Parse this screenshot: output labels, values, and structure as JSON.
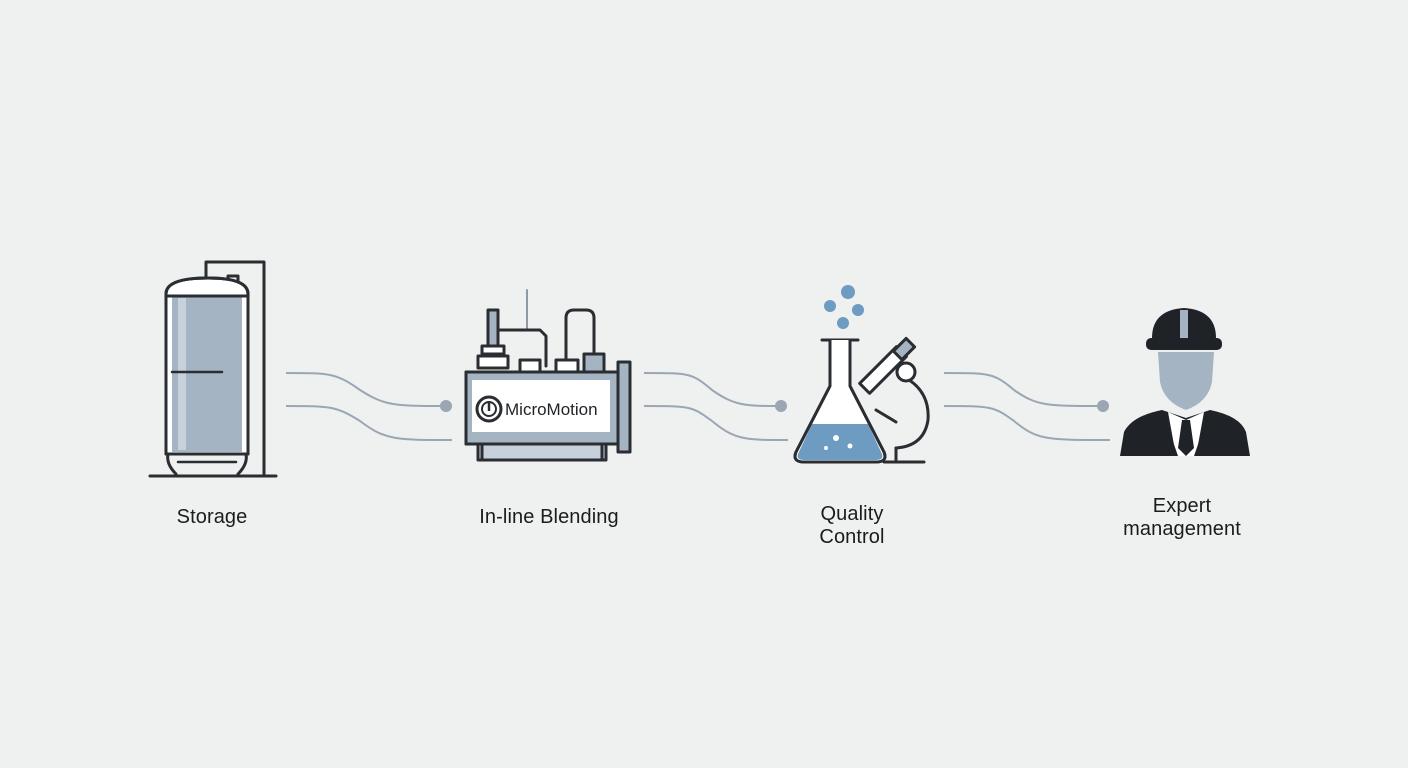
{
  "stages": [
    {
      "id": "storage",
      "label": "Storage"
    },
    {
      "id": "blending",
      "label": "In-line Blending"
    },
    {
      "id": "quality",
      "label": "Quality\nControl"
    },
    {
      "id": "expert",
      "label": "Expert\nmanagement"
    }
  ],
  "blender_brand": "MicroMotion",
  "colors": {
    "background": "#eff0f0",
    "outline": "#2a2d31",
    "steel_fill": "#9fb0c0",
    "connector": "#9aa7b3",
    "liquid": "#6e9bc2",
    "figure": "#1f2328"
  },
  "icons": [
    "storage-tank-icon",
    "blending-unit-icon",
    "flask-microscope-icon",
    "worker-hardhat-icon"
  ]
}
